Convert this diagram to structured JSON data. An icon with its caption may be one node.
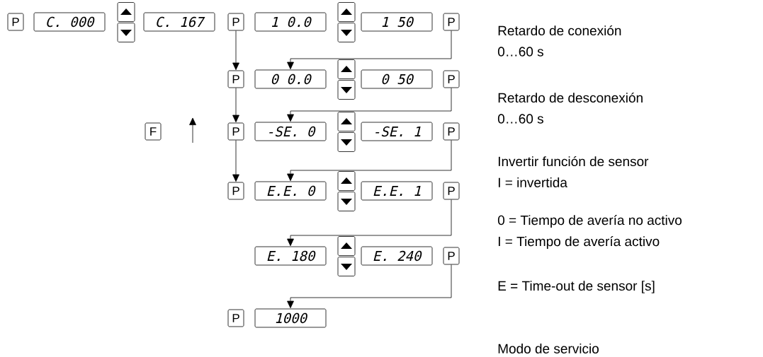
{
  "diagram": {
    "nodes": [
      {
        "text": [
          "P"
        ]
      },
      {
        "text": [
          "C. 000"
        ]
      },
      {
        "text": [],
        "shape": "box"
      },
      {
        "text": [],
        "shape": "box"
      },
      {
        "text": [
          "C. 167"
        ]
      },
      {
        "text": [
          "P"
        ]
      },
      {
        "text": [
          "1 0.0"
        ]
      },
      {
        "text": [],
        "shape": "box"
      },
      {
        "text": [],
        "shape": "box"
      },
      {
        "text": [
          "1 50"
        ]
      },
      {
        "text": [
          "P"
        ]
      },
      {
        "text": [
          "P"
        ]
      },
      {
        "text": [
          "0 0.0"
        ]
      },
      {
        "text": [],
        "shape": "box"
      },
      {
        "text": [],
        "shape": "box"
      },
      {
        "text": [
          "0 50"
        ]
      },
      {
        "text": [
          "P"
        ]
      },
      {
        "text": [
          "F"
        ]
      },
      {
        "text": [
          "P"
        ]
      },
      {
        "text": [
          "-SE. 0"
        ]
      },
      {
        "text": [],
        "shape": "box"
      },
      {
        "text": [],
        "shape": "box"
      },
      {
        "text": [
          "-SE. 1"
        ]
      },
      {
        "text": [
          "P"
        ]
      },
      {
        "text": [
          "P"
        ]
      },
      {
        "text": [
          "E.E. 0"
        ]
      },
      {
        "text": [],
        "shape": "box"
      },
      {
        "text": [],
        "shape": "box"
      },
      {
        "text": [
          "E.E. 1"
        ]
      },
      {
        "text": [
          "P"
        ]
      },
      {
        "text": [
          "E. 180"
        ]
      },
      {
        "text": [],
        "shape": "box"
      },
      {
        "text": [],
        "shape": "box"
      },
      {
        "text": [
          "E. 240"
        ]
      },
      {
        "text": [
          "P"
        ]
      },
      {
        "text": [
          "P"
        ]
      },
      {
        "text": [
          "1000"
        ]
      }
    ],
    "edges": [
      {
        "from": 5,
        "to": 11,
        "arrow": "to"
      },
      {
        "from": 10,
        "to": 12,
        "arrow": "to"
      },
      {
        "from": 11,
        "to": 18,
        "arrow": "to"
      },
      {
        "from": 16,
        "to": 19,
        "arrow": "to"
      },
      {
        "from": 18,
        "to": 24,
        "arrow": "to"
      },
      {
        "from": 23,
        "to": 25,
        "arrow": "to"
      },
      {
        "from": 29,
        "to": 30,
        "arrow": "to"
      },
      {
        "from": 34,
        "to": 36,
        "arrow": "to"
      }
    ],
    "labels": [
      "Retardo de conexión",
      "0…60 s",
      "Retardo de desconexión",
      "0…60 s",
      "Invertir función de sensor",
      "I = invertida",
      "0 = Tiempo de avería no activo",
      "I = Tiempo de avería activo",
      "E = Time-out de sensor [s]",
      "Modo de servicio"
    ]
  }
}
